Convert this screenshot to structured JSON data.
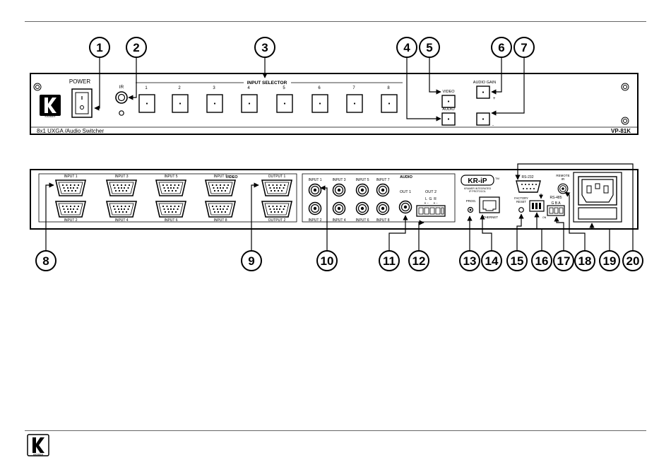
{
  "front_panel": {
    "power_label": "POWER",
    "ir_label": "IR",
    "input_selector_label": "INPUT SELECTOR",
    "input_buttons": [
      "1",
      "2",
      "3",
      "4",
      "5",
      "6",
      "7",
      "8"
    ],
    "video_label": "VIDEO",
    "audio_label": "AUDIO",
    "audio_gain_label": "AUDIO GAIN",
    "gain_plus": "+",
    "gain_minus": "-",
    "product_caption": "8x1 UXGA /Audio Switcher",
    "model": "VP-81K",
    "logo_text": "KRAMER"
  },
  "rear_panel": {
    "video_label": "VIDEO",
    "audio_label": "AUDIO",
    "video_inputs_top": [
      "INPUT 1",
      "INPUT 3",
      "INPUT 5",
      "INPUT 7"
    ],
    "video_inputs_bottom": [
      "INPUT 2",
      "INPUT 4",
      "INPUT 6",
      "INPUT 8"
    ],
    "video_outputs": [
      "OUTPUT 1",
      "OUTPUT 2"
    ],
    "audio_inputs_top": [
      "INPUT 1",
      "INPUT 3",
      "INPUT 5",
      "INPUT 7"
    ],
    "audio_inputs_bottom": [
      "INPUT 2",
      "INPUT 4",
      "INPUT 6",
      "INPUT 8"
    ],
    "out1_label": "OUT 1",
    "out2_label": "OUT 2",
    "out2_pins": "L  G  R",
    "out2_signs": "+ -     + -",
    "kr_ip_logo": "KR-iP",
    "kr_ip_tm": "TM",
    "kr_ip_sub1": "KRAMER INTEGRATED",
    "kr_ip_sub2": "IP PROTOCOL",
    "prog_label": "PROG.",
    "ethernet_label": "ETHERNET",
    "factory_reset_label": "FACTORY\nRESET",
    "rs232_label": "RS-232",
    "rs485_label": "RS-485",
    "rs485_pins": "G B A",
    "remote_ir_label": "REMOTE\nIR",
    "dip_label": "ON"
  },
  "callouts": [
    "1",
    "2",
    "3",
    "4",
    "5",
    "6",
    "7",
    "8",
    "9",
    "10",
    "11",
    "12",
    "13",
    "14",
    "15",
    "16",
    "17",
    "18",
    "19",
    "20"
  ],
  "footer": {
    "logo_text": "KRAMER"
  }
}
